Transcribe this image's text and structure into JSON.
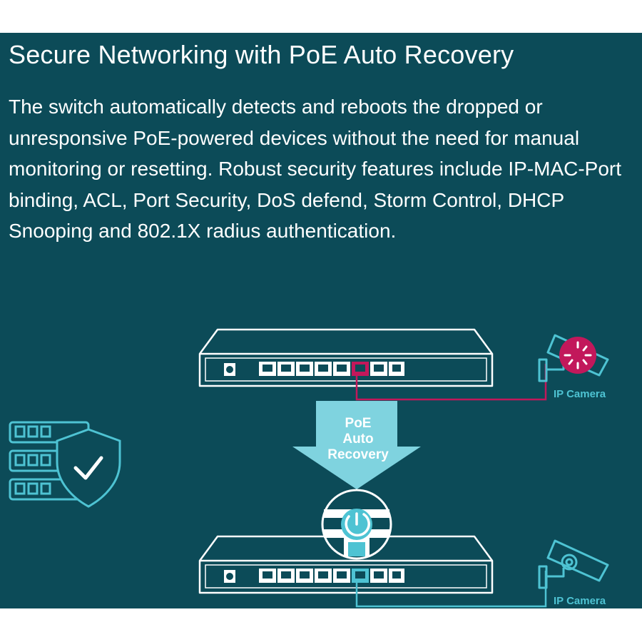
{
  "header": {
    "title": "Secure Networking with PoE Auto Recovery",
    "description": "The switch automatically detects and reboots the dropped or unresponsive PoE-powered devices without the need for manual monitoring or resetting. Robust security features include IP-MAC-Port binding, ACL, Port Security, DoS defend, Storm Control, DHCP Snooping and 802.1X radius authentication."
  },
  "diagram": {
    "arrow_label_line1": "PoE",
    "arrow_label_line2": "Auto",
    "arrow_label_line3": "Recovery",
    "camera_top_label": "IP Camera",
    "camera_bottom_label": "IP Camera"
  },
  "colors": {
    "background": "#0c4b58",
    "accent_cyan": "#4ec3d3",
    "arrow_fill": "#7fd3df",
    "alert_magenta": "#c2185b",
    "outline": "#ffffff"
  },
  "icons": [
    "server-rack-icon",
    "shield-check-icon",
    "network-switch-icon",
    "ip-camera-icon",
    "loading-spinner-icon",
    "power-recovery-icon",
    "down-arrow-icon"
  ]
}
